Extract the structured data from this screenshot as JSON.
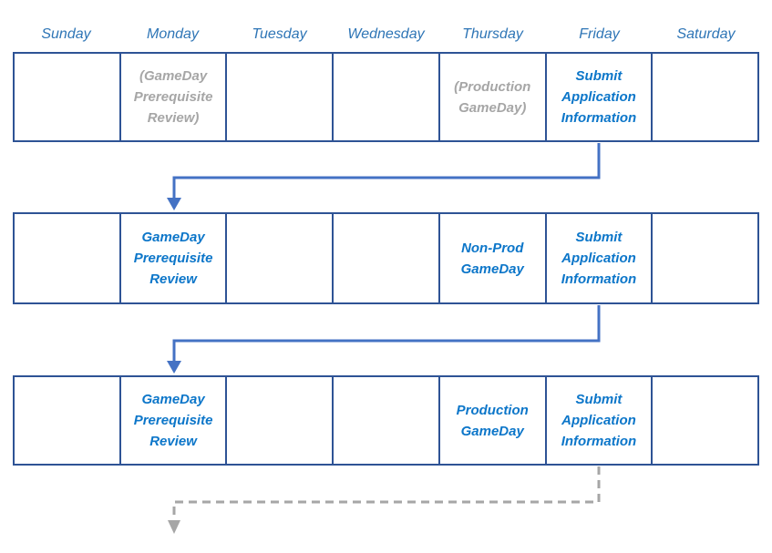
{
  "colors": {
    "table_border": "#2E5395",
    "day_header_text": "#2E75B6",
    "event_text": "#0C76C9",
    "muted_text": "#A6A6A6",
    "arrow_blue": "#4472C4",
    "arrow_gray": "#A6A6A6"
  },
  "calendar": {
    "day_headers": [
      "Sunday",
      "Monday",
      "Tuesday",
      "Wednesday",
      "Thursday",
      "Friday",
      "Saturday"
    ],
    "weeks": [
      {
        "name": "week-1",
        "cells": [
          {
            "text": ""
          },
          {
            "text": "(GameDay\nPrerequisite\nReview)"
          },
          {
            "text": ""
          },
          {
            "text": ""
          },
          {
            "text": "(Production\nGameDay)"
          },
          {
            "text": "Submit\nApplication\nInformation"
          },
          {
            "text": ""
          }
        ]
      },
      {
        "name": "week-2",
        "cells": [
          {
            "text": ""
          },
          {
            "text": "GameDay\nPrerequisite\nReview"
          },
          {
            "text": ""
          },
          {
            "text": ""
          },
          {
            "text": "Non-Prod\nGameDay"
          },
          {
            "text": "Submit\nApplication\nInformation"
          },
          {
            "text": ""
          }
        ]
      },
      {
        "name": "week-3",
        "cells": [
          {
            "text": ""
          },
          {
            "text": "GameDay\nPrerequisite\nReview"
          },
          {
            "text": ""
          },
          {
            "text": ""
          },
          {
            "text": "Production\nGameDay"
          },
          {
            "text": "Submit\nApplication\nInformation"
          },
          {
            "text": ""
          }
        ]
      }
    ]
  }
}
